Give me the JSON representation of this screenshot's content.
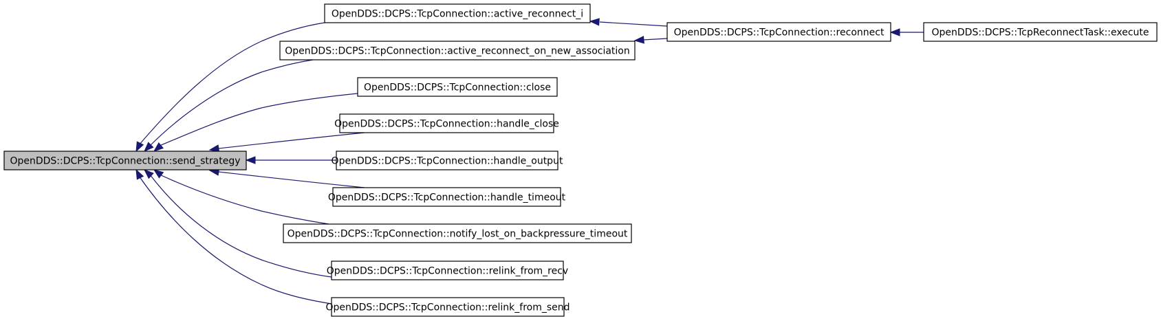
{
  "graph": {
    "nodes": [
      {
        "id": "send_strategy",
        "label": "OpenDDS::DCPS::TcpConnection::send_strategy",
        "focus": true
      },
      {
        "id": "active_reconnect_i",
        "label": "OpenDDS::DCPS::TcpConnection::active_reconnect_i"
      },
      {
        "id": "active_reconnect_on_new_association",
        "label": "OpenDDS::DCPS::TcpConnection::active_reconnect_on_new_association"
      },
      {
        "id": "close",
        "label": "OpenDDS::DCPS::TcpConnection::close"
      },
      {
        "id": "handle_close",
        "label": "OpenDDS::DCPS::TcpConnection::handle_close"
      },
      {
        "id": "handle_output",
        "label": "OpenDDS::DCPS::TcpConnection::handle_output"
      },
      {
        "id": "handle_timeout",
        "label": "OpenDDS::DCPS::TcpConnection::handle_timeout"
      },
      {
        "id": "notify_lost_on_backpressure_timeout",
        "label": "OpenDDS::DCPS::TcpConnection::notify_lost_on_backpressure_timeout"
      },
      {
        "id": "relink_from_recv",
        "label": "OpenDDS::DCPS::TcpConnection::relink_from_recv"
      },
      {
        "id": "relink_from_send",
        "label": "OpenDDS::DCPS::TcpConnection::relink_from_send"
      },
      {
        "id": "reconnect",
        "label": "OpenDDS::DCPS::TcpConnection::reconnect"
      },
      {
        "id": "execute",
        "label": "OpenDDS::DCPS::TcpReconnectTask::execute"
      }
    ],
    "edges": [
      {
        "from": "active_reconnect_i",
        "to": "send_strategy"
      },
      {
        "from": "active_reconnect_on_new_association",
        "to": "send_strategy"
      },
      {
        "from": "close",
        "to": "send_strategy"
      },
      {
        "from": "handle_close",
        "to": "send_strategy"
      },
      {
        "from": "handle_output",
        "to": "send_strategy"
      },
      {
        "from": "handle_timeout",
        "to": "send_strategy"
      },
      {
        "from": "notify_lost_on_backpressure_timeout",
        "to": "send_strategy"
      },
      {
        "from": "relink_from_recv",
        "to": "send_strategy"
      },
      {
        "from": "relink_from_send",
        "to": "send_strategy"
      },
      {
        "from": "reconnect",
        "to": "active_reconnect_i"
      },
      {
        "from": "reconnect",
        "to": "active_reconnect_on_new_association"
      },
      {
        "from": "execute",
        "to": "reconnect"
      }
    ],
    "colors": {
      "edge": "#191970",
      "focus_fill": "#bfbfbf",
      "node_fill": "#ffffff",
      "border": "#000000"
    }
  }
}
